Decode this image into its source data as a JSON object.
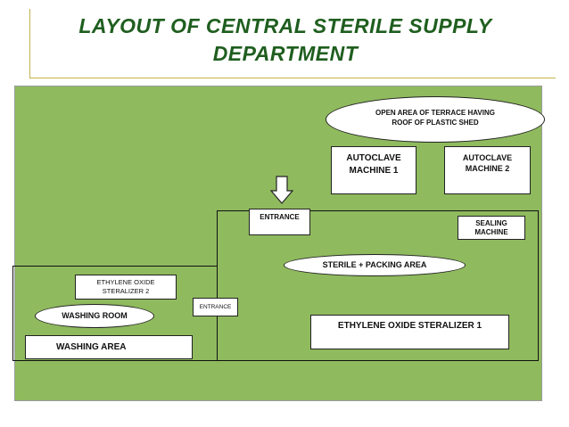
{
  "title": {
    "line1": "LAYOUT OF CENTRAL STERILE SUPPLY",
    "line2": "DEPARTMENT"
  },
  "colors": {
    "title": "#1f5e1f",
    "floor": "#8fba5e",
    "outline": "#111111"
  },
  "areas": {
    "terrace_line1": "OPEN AREA OF TERRACE HAVING",
    "terrace_line2": "ROOF OF PLASTIC SHED",
    "autoclave1_line1": "AUTOCLAVE",
    "autoclave1_line2": "MACHINE 1",
    "autoclave2_line1": "AUTOCLAVE",
    "autoclave2_line2": "MACHINE 2",
    "entrance_main": "ENTRANCE",
    "sealing_line1": "SEALING",
    "sealing_line2": "MACHINE",
    "sterile_packing": "STERILE + PACKING AREA",
    "eo2_line1": "ETHYLENE OXIDE",
    "eo2_line2": "STERALIZER 2",
    "entrance_small": "ENTRANCE",
    "washing_room": "WASHING ROOM",
    "eo1": "ETHYLENE OXIDE STERALIZER 1",
    "washing_area": "WASHING AREA"
  },
  "icons": {
    "entrance_arrow": "down-arrow-icon"
  }
}
